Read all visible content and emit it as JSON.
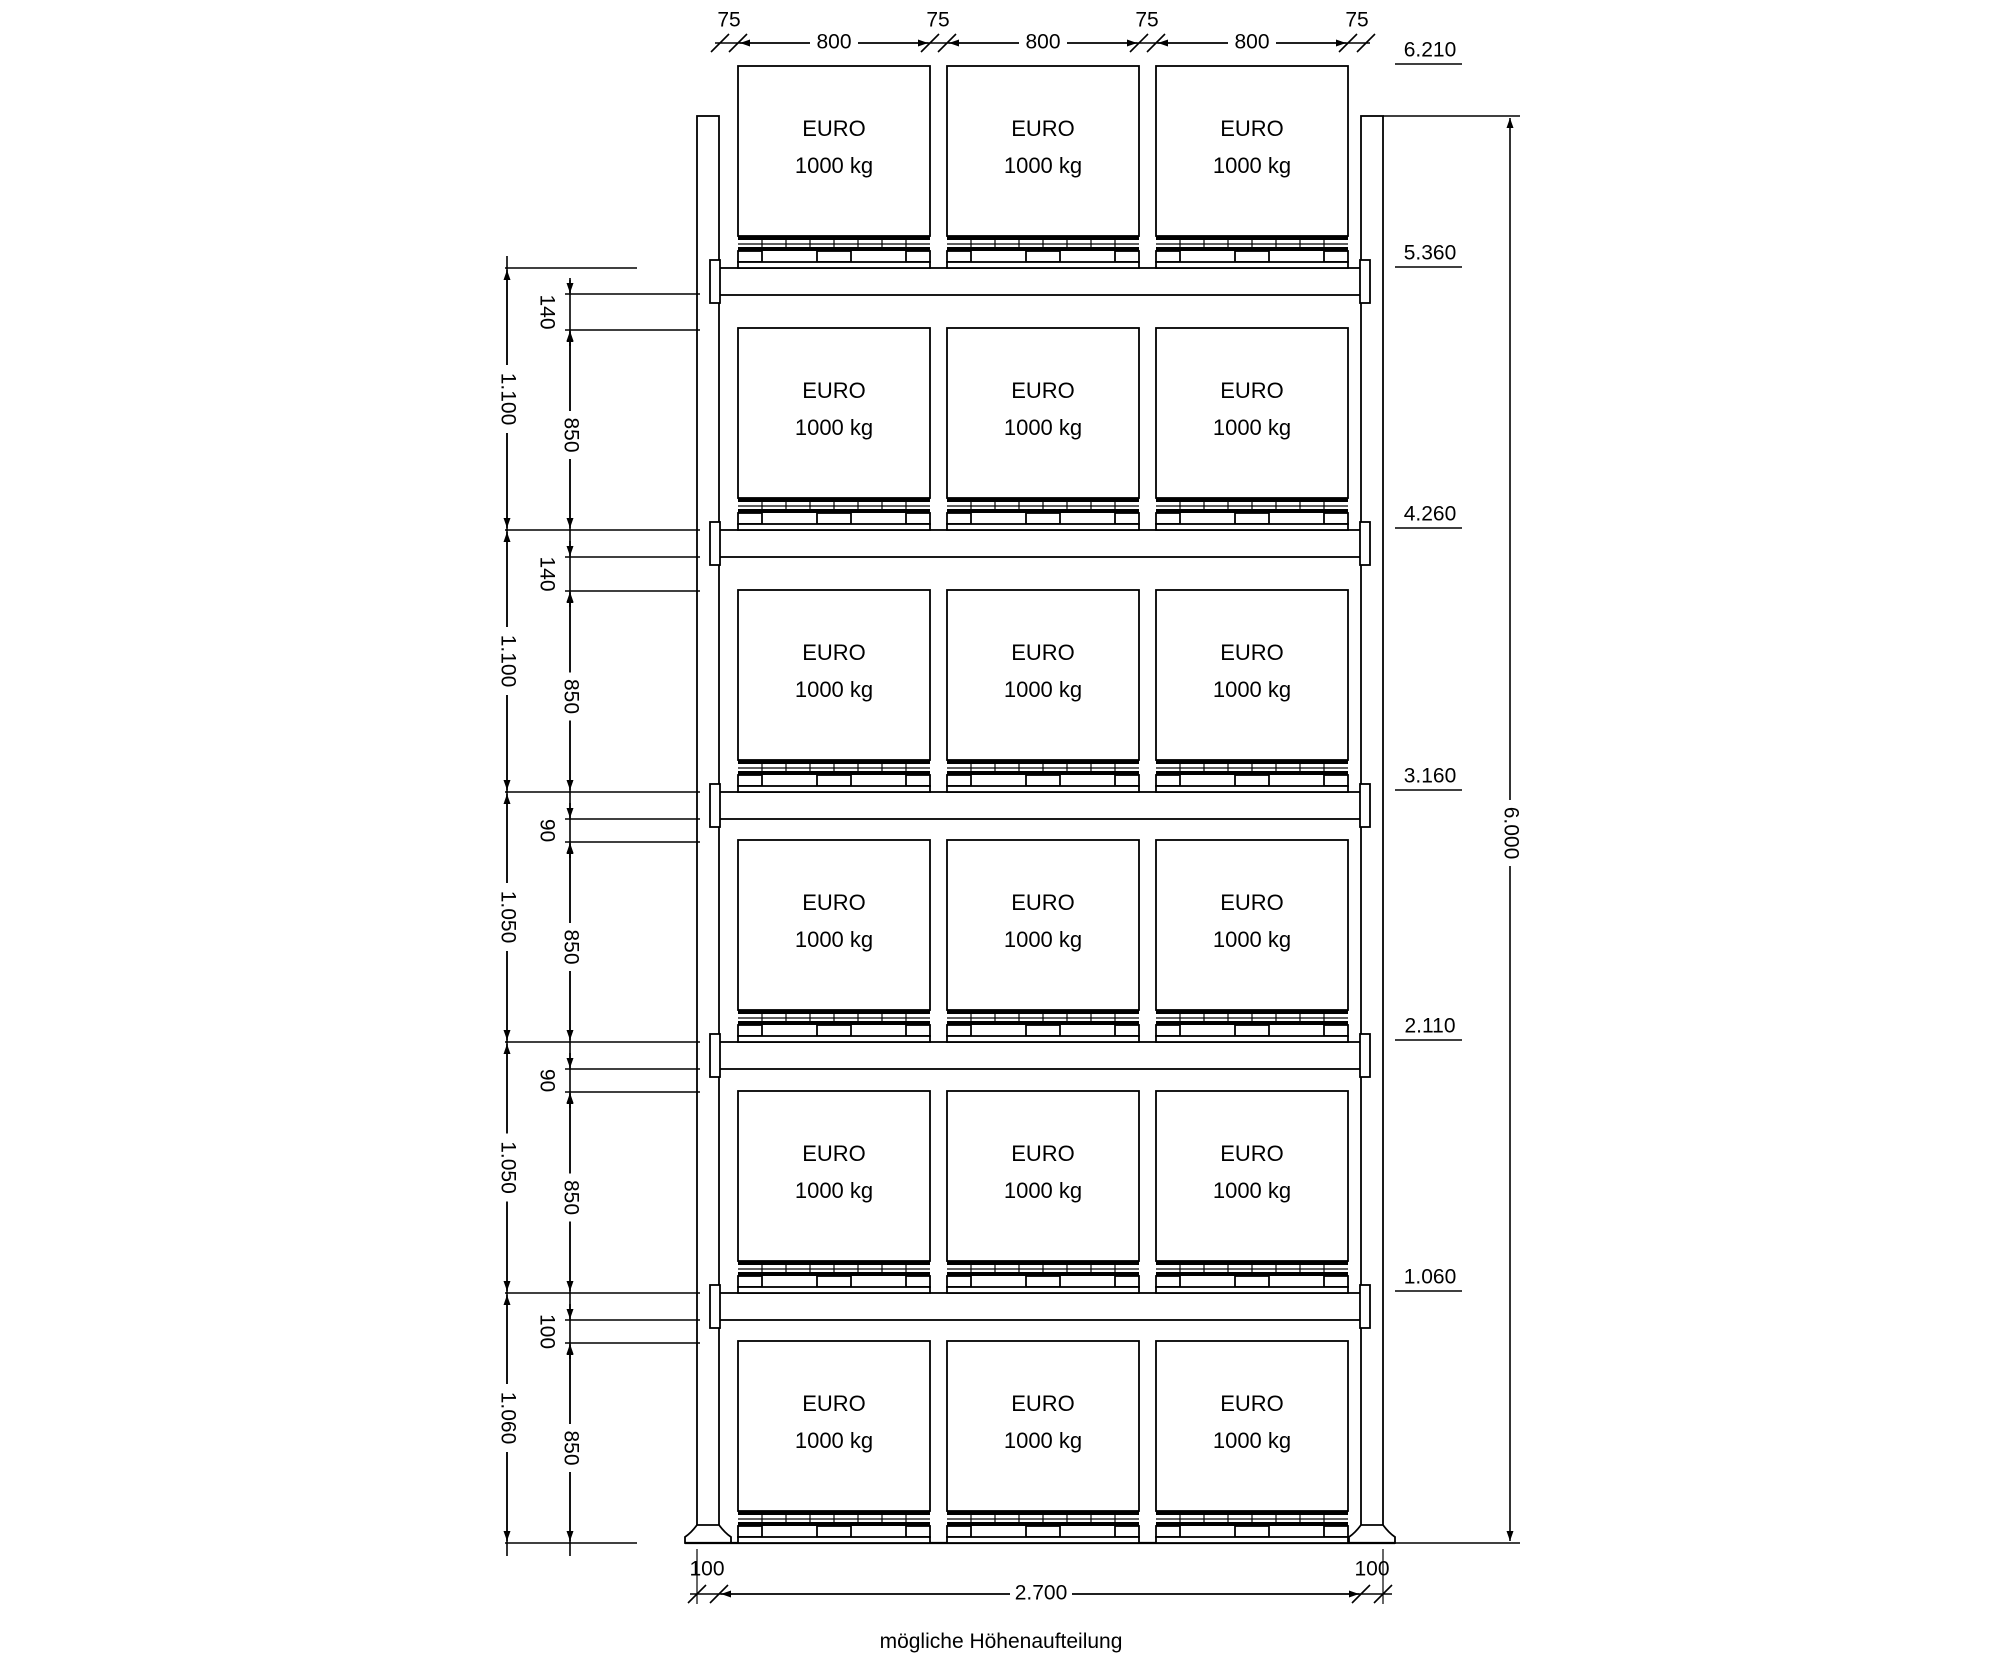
{
  "pallet_label": "EURO",
  "pallet_load": "1000 kg",
  "pallet_rows": 6,
  "pallets_per_row": 3,
  "top_dimensions": [
    "75",
    "800",
    "75",
    "800",
    "75",
    "800",
    "75"
  ],
  "level_heights": [
    "6.210",
    "5.360",
    "4.260",
    "3.160",
    "2.110",
    "1.060"
  ],
  "total_height": "6.000",
  "level_spacing": [
    "1.100",
    "1.100",
    "1.050",
    "1.050",
    "1.060"
  ],
  "load_heights": [
    "850",
    "850",
    "850",
    "850",
    "850"
  ],
  "beam_clearances": [
    "140",
    "140",
    "90",
    "90",
    "100"
  ],
  "bottom_left_dim": "100",
  "bottom_right_dim": "100",
  "total_width": "2.700",
  "caption": "mögliche Höhenaufteilung"
}
